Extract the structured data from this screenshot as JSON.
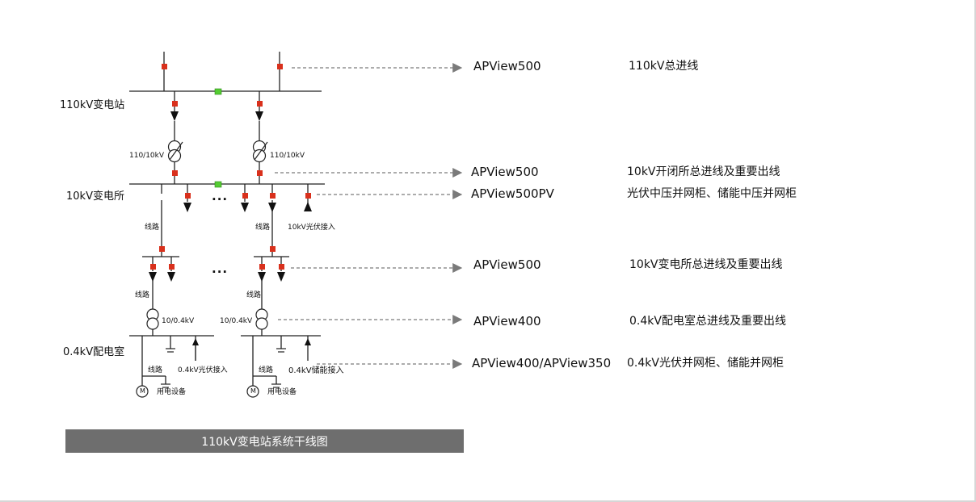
{
  "diagram": {
    "levels": {
      "hv": "110kV变电站",
      "mv": "10kV变电所",
      "lv": "0.4kV配电室"
    },
    "transformers": {
      "hv_left": "110/10kV",
      "hv_right": "110/10kV",
      "lv_left": "10/0.4kV",
      "lv_right": "10/0.4kV"
    },
    "small_labels": {
      "line_a": "线路",
      "line_b": "线路",
      "line_c": "线路",
      "line_d": "线路",
      "line_e": "线路",
      "line_f": "线路",
      "pv_10kv": "10kV光伏接入",
      "pv_04kv": "0.4kV光伏接入",
      "storage_04kv": "0.4kV储能接入",
      "load_left": "用电设备",
      "load_right": "用电设备",
      "motor_left": "M",
      "motor_right": "M",
      "ellipsis_a": "...",
      "ellipsis_b": "..."
    },
    "devices": [
      {
        "model": "APView500",
        "desc": "110kV总进线"
      },
      {
        "model": "APView500",
        "desc": "10kV开闭所总进线及重要出线"
      },
      {
        "model": "APView500PV",
        "desc": "光伏中压并网柜、储能中压并网柜"
      },
      {
        "model": "APView500",
        "desc": "10kV变电所总进线及重要出线"
      },
      {
        "model": "APView400",
        "desc": "0.4kV配电室总进线及重要出线"
      },
      {
        "model": "APView400/APView350",
        "desc": "0.4kV光伏并网柜、储能并网柜"
      }
    ],
    "caption": "110kV变电站系统干线图"
  },
  "colors": {
    "breaker_red": "#d9301c",
    "coupler_green": "#55cc33",
    "line": "#222222",
    "arrow_gray": "#7a7a7a",
    "caption_bg": "#6e6e6e"
  }
}
